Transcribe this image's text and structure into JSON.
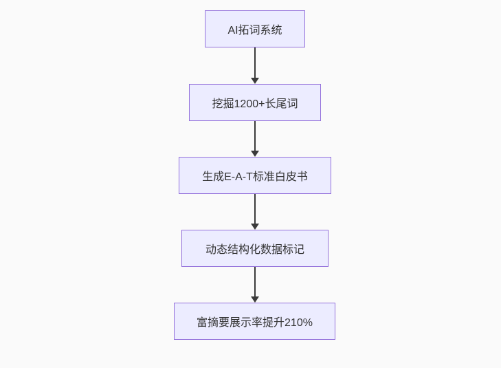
{
  "flowchart": {
    "type": "flowchart-vertical",
    "nodes": [
      {
        "id": "step-1",
        "label": "AI拓词系统"
      },
      {
        "id": "step-2",
        "label": "挖掘1200+长尾词"
      },
      {
        "id": "step-3",
        "label": "生成E-A-T标准白皮书"
      },
      {
        "id": "step-4",
        "label": "动态结构化数据标记"
      },
      {
        "id": "step-5",
        "label": "富摘要展示率提升210%"
      }
    ],
    "edges": [
      {
        "from": "step-1",
        "to": "step-2",
        "style": "arrow-down"
      },
      {
        "from": "step-2",
        "to": "step-3",
        "style": "arrow-down"
      },
      {
        "from": "step-3",
        "to": "step-4",
        "style": "arrow-down"
      },
      {
        "from": "step-4",
        "to": "step-5",
        "style": "arrow-down"
      }
    ],
    "colors": {
      "node_fill": "#ECECFF",
      "node_border": "#9370DB",
      "edge": "#3a3a3a",
      "text": "#333333",
      "background": "#fafafa"
    }
  }
}
